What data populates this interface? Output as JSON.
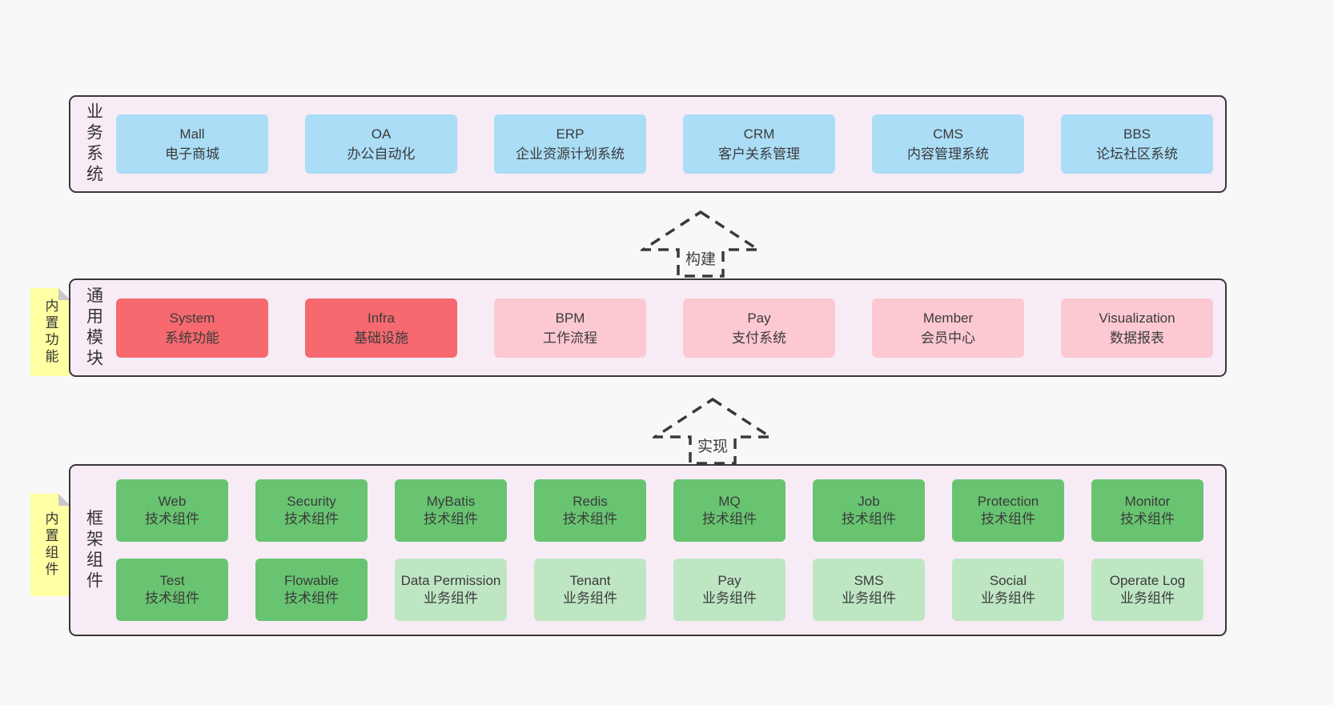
{
  "palette": {
    "page_bg": "#f8f8f8",
    "container_fill": "#f7ecf5",
    "container_border": "#383838",
    "box_blue": "#abddf6",
    "box_red": "#f5696f",
    "box_pink": "#fcc8d1",
    "box_green_dark": "#68c471",
    "box_green_light": "#bee6c3",
    "note_yellow": "#ffffa3",
    "note_fold_gray": "#c8c8c8",
    "text": "#3b3b3b"
  },
  "arrows": [
    {
      "label": "构建"
    },
    {
      "label": "实现"
    }
  ],
  "sections": {
    "business": {
      "label_vertical": "业务系统",
      "boxes": [
        {
          "en": "Mall",
          "zh": "电子商城"
        },
        {
          "en": "OA",
          "zh": "办公自动化"
        },
        {
          "en": "ERP",
          "zh": "企业资源计划系统"
        },
        {
          "en": "CRM",
          "zh": "客户关系管理"
        },
        {
          "en": "CMS",
          "zh": "内容管理系统"
        },
        {
          "en": "BBS",
          "zh": "论坛社区系统"
        }
      ]
    },
    "modules": {
      "label_vertical": "通用模块",
      "note": "内置功能",
      "boxes": [
        {
          "en": "System",
          "zh": "系统功能",
          "variant": "red"
        },
        {
          "en": "Infra",
          "zh": "基础设施",
          "variant": "red"
        },
        {
          "en": "BPM",
          "zh": "工作流程",
          "variant": "pink"
        },
        {
          "en": "Pay",
          "zh": "支付系统",
          "variant": "pink"
        },
        {
          "en": "Member",
          "zh": "会员中心",
          "variant": "pink"
        },
        {
          "en": "Visualization",
          "zh": "数据报表",
          "variant": "pink"
        }
      ]
    },
    "components": {
      "label_vertical": "框架组件",
      "note": "内置组件",
      "row1": [
        {
          "en": "Web",
          "zh": "技术组件",
          "variant": "green-dark"
        },
        {
          "en": "Security",
          "zh": "技术组件",
          "variant": "green-dark"
        },
        {
          "en": "MyBatis",
          "zh": "技术组件",
          "variant": "green-dark"
        },
        {
          "en": "Redis",
          "zh": "技术组件",
          "variant": "green-dark"
        },
        {
          "en": "MQ",
          "zh": "技术组件",
          "variant": "green-dark"
        },
        {
          "en": "Job",
          "zh": "技术组件",
          "variant": "green-dark"
        },
        {
          "en": "Protection",
          "zh": "技术组件",
          "variant": "green-dark"
        },
        {
          "en": "Monitor",
          "zh": "技术组件",
          "variant": "green-dark"
        }
      ],
      "row2": [
        {
          "en": "Test",
          "zh": "技术组件",
          "variant": "green-dark"
        },
        {
          "en": "Flowable",
          "zh": "技术组件",
          "variant": "green-dark"
        },
        {
          "en": "Data Permission",
          "zh": "业务组件",
          "variant": "green-light"
        },
        {
          "en": "Tenant",
          "zh": "业务组件",
          "variant": "green-light"
        },
        {
          "en": "Pay",
          "zh": "业务组件",
          "variant": "green-light"
        },
        {
          "en": "SMS",
          "zh": "业务组件",
          "variant": "green-light"
        },
        {
          "en": "Social",
          "zh": "业务组件",
          "variant": "green-light"
        },
        {
          "en": "Operate Log",
          "zh": "业务组件",
          "variant": "green-light"
        }
      ]
    }
  }
}
